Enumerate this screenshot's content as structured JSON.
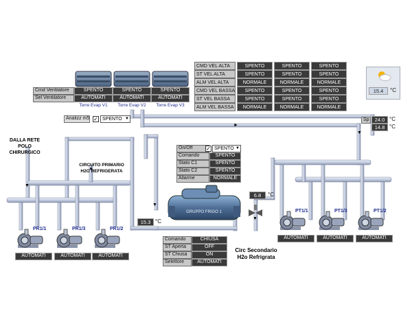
{
  "colors": {
    "pipe": "#c4cde0",
    "pipe_edge": "#7d87a0",
    "value_bg": "#3a3a3a",
    "label_bg": "#c8c8c8",
    "tower": "#5f7898",
    "chiller": "#4f6f96"
  },
  "towers": {
    "row_labels": [
      "Cmd Ventilatore",
      "Sel Ventilatore"
    ],
    "units": [
      {
        "name": "Torre Evap V1",
        "cmd": "SPENTO",
        "sel": "AUTOMATI"
      },
      {
        "name": "Torre Evap V2",
        "cmd": "SPENTO",
        "sel": "AUTOMATI"
      },
      {
        "name": "Torre Evap V3",
        "cmd": "SPENTO",
        "sel": "AUTOMATI"
      }
    ]
  },
  "fan_table": {
    "rows": [
      {
        "label": "CMD VEL ALTA",
        "values": [
          "SPENTO",
          "SPENTO",
          "SPENTO"
        ]
      },
      {
        "label": "ST VEL ALTA",
        "values": [
          "SPENTO",
          "SPENTO",
          "SPENTO"
        ]
      },
      {
        "label": "ALM VEL ALTA",
        "values": [
          "NORMALE",
          "NORMALE",
          "NORMALE"
        ]
      },
      {
        "label": "CMD VEL BASSA",
        "values": [
          "SPENTO",
          "SPENTO",
          "SPENTO"
        ]
      },
      {
        "label": "ST VEL BASSA",
        "values": [
          "SPENTO",
          "SPENTO",
          "SPENTO"
        ]
      },
      {
        "label": "ALM VEL BASSA",
        "values": [
          "NORMALE",
          "NORMALE",
          "NORMALE"
        ]
      }
    ]
  },
  "weather": {
    "temp": "15.4",
    "unit": "°C",
    "icon": "sun-cloud-icon"
  },
  "analog": {
    "label": "Analizz m5",
    "checked": true,
    "value": "SPENTO"
  },
  "setpoint": {
    "label": "Sp",
    "value1": "24.0",
    "value2": "14.8",
    "unit": "°C"
  },
  "source_label": "DALLA RETE\nPOLO\nCHIRURGICO",
  "primary_label": "CIRCUITO PRIMARIO\nH2O REFRIGERATA",
  "chiller": {
    "name": "GRUPPO FRIGO 1",
    "rows": [
      {
        "label": "On/Off",
        "value": "SPENTO",
        "type": "select",
        "checked": true
      },
      {
        "label": "Comando",
        "value": "SPENTO"
      },
      {
        "label": "Stato C1",
        "value": "SPENTO"
      },
      {
        "label": "Stato C2",
        "value": "SPENTO"
      },
      {
        "label": "Allarme",
        "value": "NORMALE"
      }
    ],
    "temp_out": "6.8",
    "temp_in": "15.3",
    "unit": "°C"
  },
  "valve": {
    "rows": [
      {
        "label": "Comando",
        "value": "CHIUSA"
      },
      {
        "label": "ST Aperta",
        "value": "OFF"
      },
      {
        "label": "ST Chiusa",
        "value": "ON"
      },
      {
        "label": "Selettore",
        "value": "AUTOMATI"
      }
    ]
  },
  "secondary_label": "Circ Secondario\nH2o Refrigrata",
  "primary_pumps": [
    {
      "name": "PR1/1",
      "status": "AUTOMATI"
    },
    {
      "name": "PR1/3",
      "status": "AUTOMATI"
    },
    {
      "name": "PR1/2",
      "status": "AUTOMATI"
    }
  ],
  "secondary_pumps": [
    {
      "name": "PT1/1",
      "status": "AUTOMATI"
    },
    {
      "name": "PT1/3",
      "status": "AUTOMATI"
    },
    {
      "name": "PT1/2",
      "status": "AUTOMATI"
    }
  ]
}
